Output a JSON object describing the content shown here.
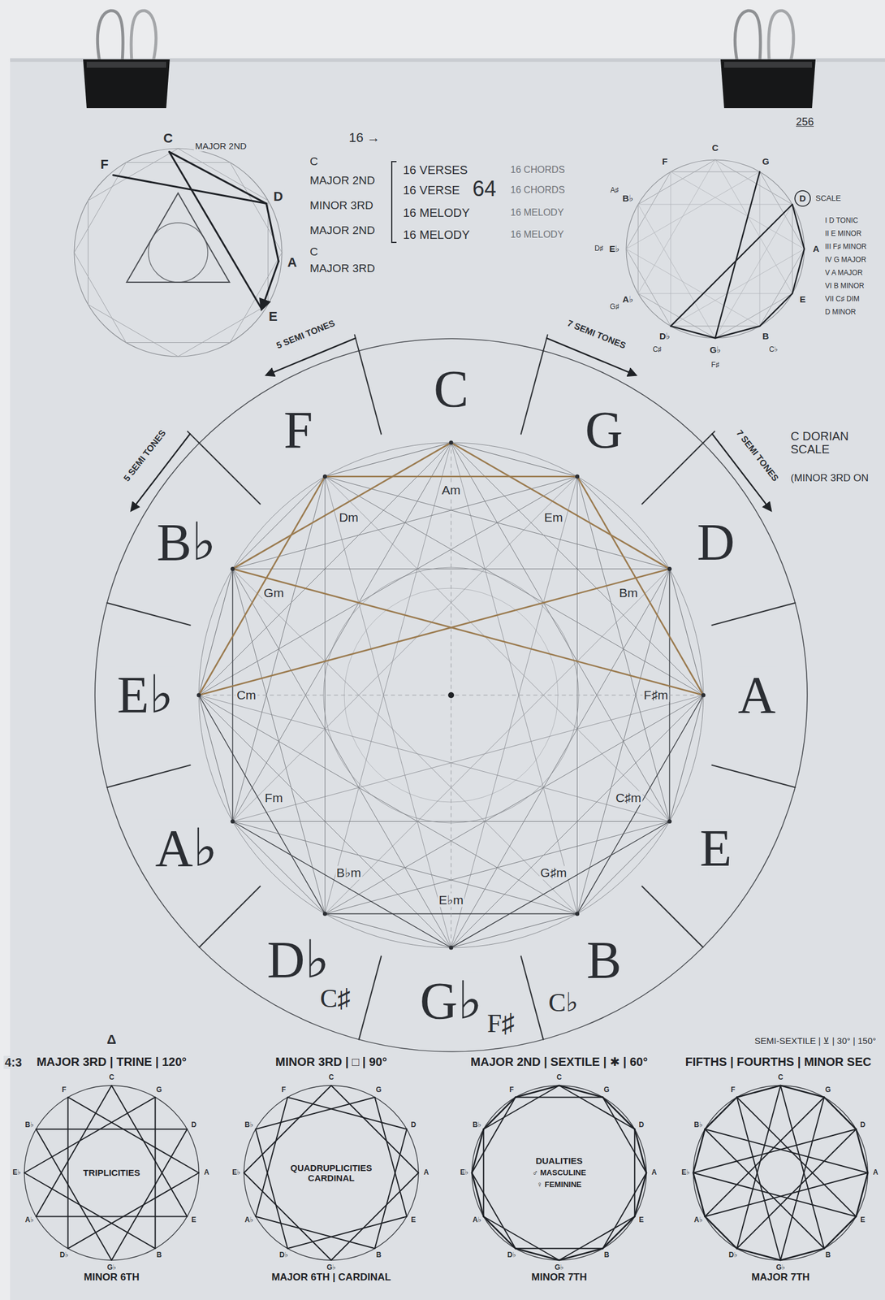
{
  "diagram": {
    "nodes": [
      {
        "text": [
          "MAJOR 3RD | TRINE | 120°",
          "TRIPLICITIES",
          "MINOR 6TH"
        ]
      },
      {
        "text": [
          "MINOR 3RD | □ | 90°",
          "QUADRUPLICITIES CARDINAL",
          "MAJOR 6TH | CARDINAL"
        ]
      },
      {
        "text": [
          "MAJOR 2ND | SEXTILE | ✱ | 60°",
          "DUALITIES",
          "♂ MASCULINE",
          "♀ FEMININE",
          "MINOR 7TH"
        ]
      },
      {
        "text": [
          "FIFTHS | FOURTHS | MINOR SEC",
          "MAJOR 7TH"
        ]
      }
    ],
    "labels": [
      "C",
      "G",
      "D",
      "A",
      "E",
      "B",
      "G♭",
      "D♭",
      "A♭",
      "E♭",
      "B♭",
      "F",
      "C♭",
      "F♯",
      "C♯",
      "Am",
      "Em",
      "Bm",
      "F♯m",
      "C♯m",
      "G♯m",
      "E♭m",
      "B♭m",
      "Fm",
      "Cm",
      "Gm",
      "Dm",
      "5 SEMI TONES",
      "5 SEMI TONES",
      "7 SEMI TONES",
      "7 SEMI TONES",
      "C DORIAN SCALE",
      "(MINOR 3RD ON",
      "16 →",
      "256",
      "16 VERSES",
      "16 VERSE",
      "16 MELODY",
      "16 MELODY",
      "64",
      "16 CHORDS",
      "16 CHORDS",
      "16 MELODY",
      "16 MELODY",
      "F",
      "C",
      "D",
      "A",
      "E",
      "MAJOR 2ND",
      "C",
      "MAJOR 2ND",
      "MINOR 3RD",
      "MAJOR 2ND",
      "C",
      "MAJOR 3RD",
      "C",
      "G",
      "D",
      "A",
      "E",
      "B",
      "G♭",
      "D♭",
      "A♭",
      "E♭",
      "B♭",
      "F",
      "C♭",
      "F♯",
      "C♯",
      "G♯",
      "D♯",
      "A♯",
      "SCALE",
      "I D TONIC",
      "II E MINOR",
      "III F♯ MINOR",
      "IV G MAJOR",
      "V A MAJOR",
      "VI B MINOR",
      "VII C♯ DIM",
      "D MINOR",
      "4:3",
      "Δ",
      "SEMI-SEXTILE | ⊻ | 30° | 150°",
      "C",
      "G",
      "D",
      "A",
      "E",
      "B",
      "G♭",
      "D♭",
      "A♭",
      "E♭",
      "B♭",
      "F",
      "C",
      "G",
      "D",
      "A",
      "E",
      "B",
      "G♭",
      "D♭",
      "A♭",
      "E♭",
      "B♭",
      "F",
      "C",
      "G",
      "D",
      "A",
      "E",
      "B",
      "G♭",
      "D♭",
      "A♭",
      "E♭",
      "B♭",
      "F",
      "C",
      "G",
      "D",
      "A",
      "E",
      "B",
      "G♭",
      "D♭",
      "A♭",
      "E♭",
      "B♭",
      "F"
    ]
  }
}
